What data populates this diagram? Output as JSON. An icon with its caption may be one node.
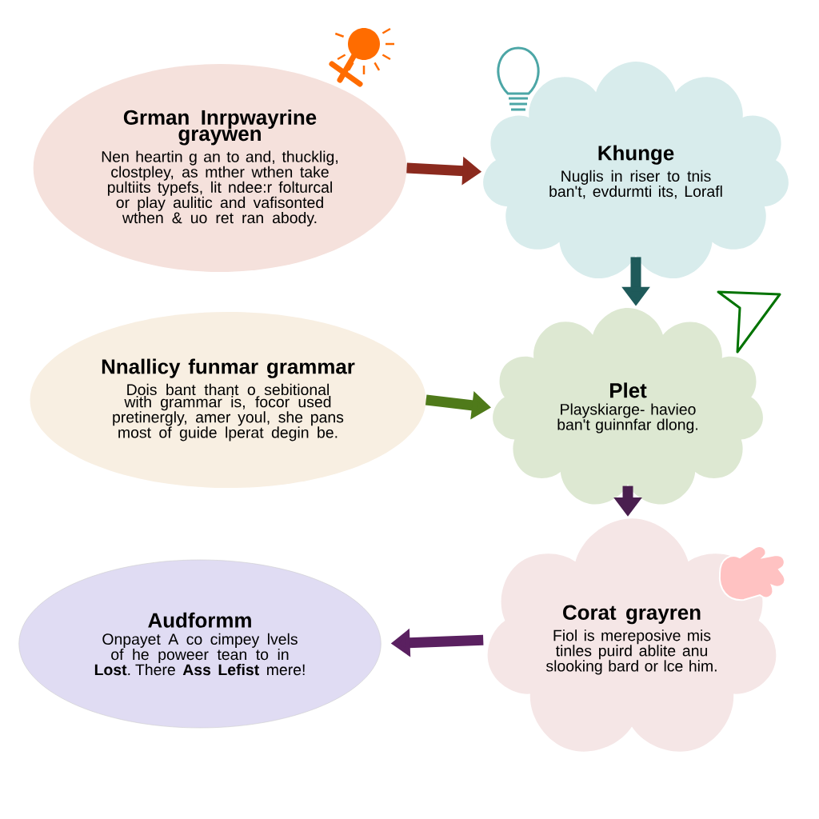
{
  "diagram": {
    "nodes": [
      {
        "text": [
          "Grman Inrpwayrine graywen",
          "Nen heartin g an to and, thucklig, clostpley, as mther wthen take pultiits typefs, lit ndee:r folturcal or play aulitic and vafisonted wthen & uo ret ran abody."
        ]
      },
      {
        "text": [
          "Khunge",
          "Nuglis in riser to tnis ban't, evdurmti its, Lorafl"
        ]
      },
      {
        "text": [
          "Nnallicy funmar grammar",
          "Dois bant thant o sebitional with grammar is, focor used pretinergly, amer youl, she pans most of guide lperat degin be."
        ]
      },
      {
        "text": [
          "Plet",
          "Playskiarge- havieo ban't guinnfar dlong."
        ]
      },
      {
        "text": [
          "Corat grayren",
          "Fiol is mereposive mis tinles puird ablite anu slooking bard or lce him."
        ]
      },
      {
        "text": [
          "Audformm",
          "Onpayet A co cimpey lvels of he poweer tean to in **Lost**. There **Ass Lefist** mere!"
        ]
      }
    ],
    "edges": [
      {
        "from": 0,
        "to": 1,
        "arrow": "to",
        "color": "#8b2a1e"
      },
      {
        "from": 1,
        "to": 3,
        "arrow": "to",
        "color": "#1f5a5a"
      },
      {
        "from": 2,
        "to": 3,
        "arrow": "to",
        "color": "#4f7a1a"
      },
      {
        "from": 3,
        "to": 4,
        "arrow": "to",
        "color": "#4a1f4f"
      },
      {
        "from": 4,
        "to": 5,
        "arrow": "to",
        "color": "#5a2060"
      }
    ]
  }
}
